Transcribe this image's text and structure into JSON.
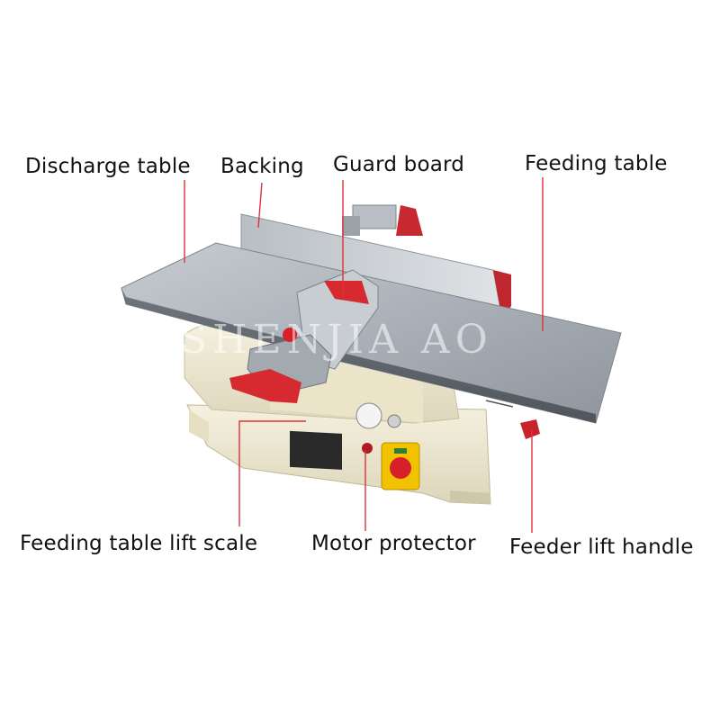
{
  "labels": {
    "discharge_table": "Discharge table",
    "backing": "Backing",
    "guard_board": "Guard board",
    "feeding_table": "Feeding table",
    "feeding_table_lift_scale": "Feeding table lift scale",
    "motor_protector": "Motor protector",
    "feeder_lift_handle": "Feeder lift handle"
  },
  "watermark": "SHENJIA AO",
  "colors": {
    "pointer_line": "#e0303a",
    "table_metal": "#9aa1a8",
    "body_cream": "#efe9d2",
    "accent_red": "#d8202a",
    "switch_yellow": "#f2c200"
  }
}
